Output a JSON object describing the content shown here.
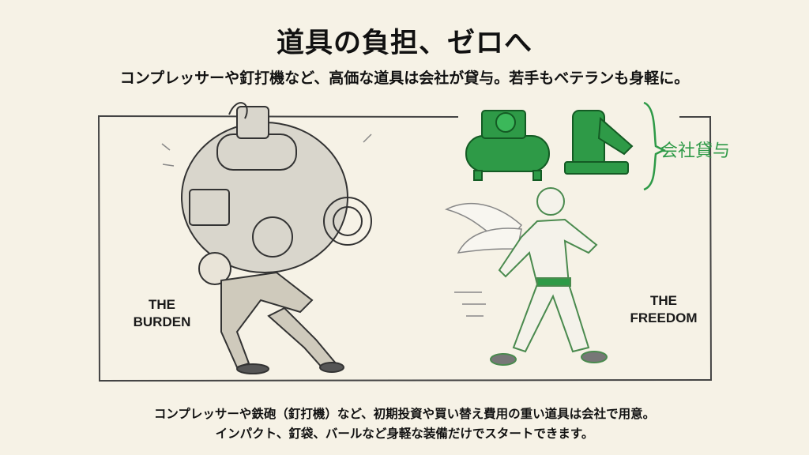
{
  "header": {
    "title": "道具の負担、ゼロへ",
    "subtitle": "コンプレッサーや釘打機など、高価な道具は会社が貸与。若手もベテランも身軽に。"
  },
  "illustration": {
    "left_label_line1": "THE",
    "left_label_line2": "BURDEN",
    "right_label_line1": "THE",
    "right_label_line2": "FREEDOM",
    "lend_note": "会社貸与",
    "accent_color": "#2e9a47"
  },
  "footer": {
    "line1": "コンプレッサーや鉄砲（釘打機）など、初期投資や買い替え費用の重い道具は会社で用意。",
    "line2": "インパクト、釘袋、バールなど身軽な装備だけでスタートできます。"
  }
}
